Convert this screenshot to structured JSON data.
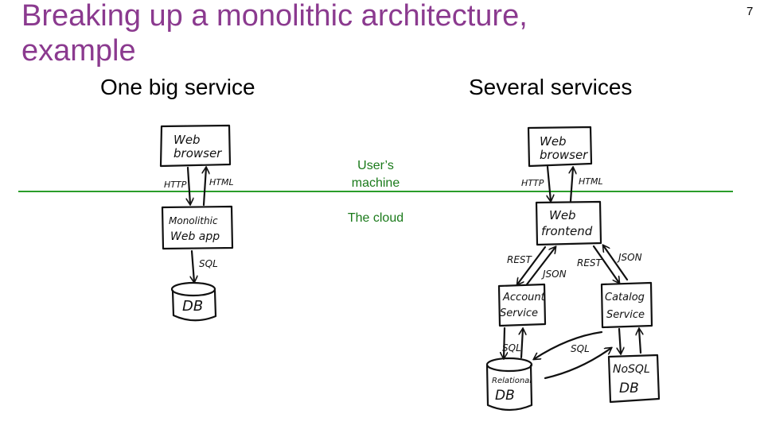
{
  "slide": {
    "title": "Breaking up a monolithic architecture, example",
    "page_number": "7",
    "left_heading": "One big service",
    "right_heading": "Several services",
    "zone_user": "User’s machine",
    "zone_cloud": "The cloud",
    "divider_color": "#2a9d2a",
    "title_color": "#8b3a8f"
  },
  "monolith": {
    "browser": [
      "Web",
      "browser"
    ],
    "http": "HTTP",
    "html": "HTML",
    "app": [
      "Monolithic",
      "Web app"
    ],
    "sql": "SQL",
    "db": "DB"
  },
  "services": {
    "browser": [
      "Web",
      "browser"
    ],
    "http": "HTTP",
    "html": "HTML",
    "frontend": [
      "Web",
      "frontend"
    ],
    "rest_left": "REST",
    "json_left": "JSON",
    "rest_right": "REST",
    "json_right": "JSON",
    "account": [
      "Account",
      "Service"
    ],
    "catalog": [
      "Catalog",
      "Service"
    ],
    "sql_left": "SQL",
    "sql_mid": "SQL",
    "relational_db": [
      "Relational",
      "DB"
    ],
    "nosql_db": [
      "NoSQL",
      "DB"
    ]
  }
}
